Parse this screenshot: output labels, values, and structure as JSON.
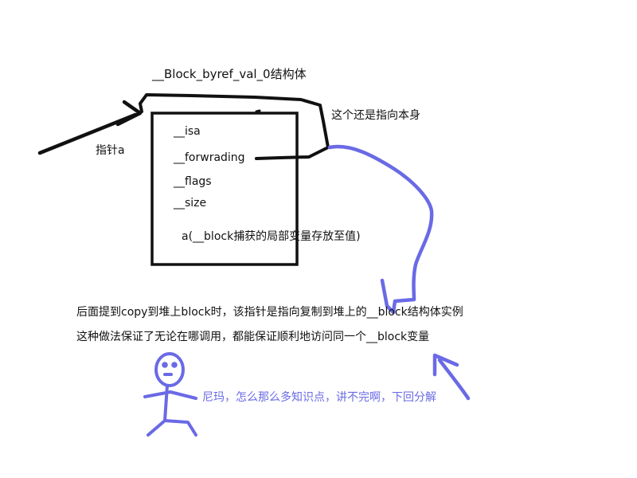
{
  "diagram": {
    "struct_title": "__Block_byref_val_0结构体",
    "pointer_label": "指针a",
    "self_pointer_note": "这个还是指向本身",
    "fields": {
      "isa": "__isa",
      "forwarding": "__forwrading",
      "flags": "__flags",
      "size": "__size",
      "value": "a(__block捕获的局部变量存放至值)"
    },
    "explanation": {
      "line1": "后面提到copy到堆上block时，该指针是指向复制到堆上的__block结构体实例",
      "line2": "这种做法保证了无论在哪调用，都能保证顺利地访问同一个__block变量"
    },
    "stickman_caption": "尼玛，怎么那么多知识点，讲不完啊，下回分解",
    "colors": {
      "ink": "#111111",
      "blue": "#6a6ae6"
    }
  }
}
